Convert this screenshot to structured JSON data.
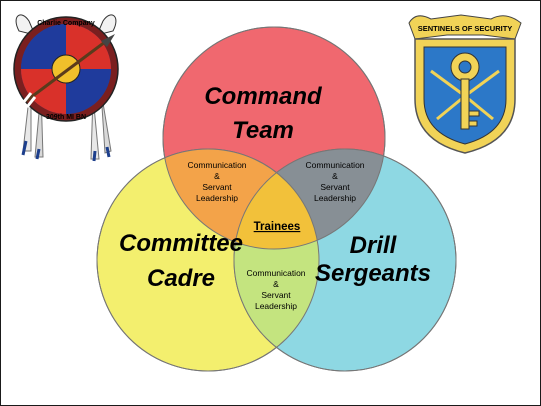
{
  "circles": {
    "top": {
      "line1": "Command",
      "line2": "Team",
      "color": "#f0686f"
    },
    "left": {
      "line1": "Committee",
      "line2": "Cadre",
      "color": "#f3ef6e"
    },
    "right": {
      "line1": "Drill",
      "line2": "Sergeants",
      "color": "#8ed8e3"
    }
  },
  "overlaps": {
    "top_left": {
      "line1": "Communication",
      "line2": "&",
      "line3": "Servant",
      "line4": "Leadership"
    },
    "top_right": {
      "line1": "Communication",
      "line2": "&",
      "line3": "Servant",
      "line4": "Leadership"
    },
    "left_right": {
      "line1": "Communication",
      "line2": "&",
      "line3": "Servant",
      "line4": "Leadership"
    }
  },
  "center": {
    "label": "Trainees"
  },
  "logo_left": {
    "top_text": "Charlie Company",
    "bottom_text": "309th MI BN"
  },
  "logo_right": {
    "banner_text": "SENTINELS OF SECURITY"
  }
}
